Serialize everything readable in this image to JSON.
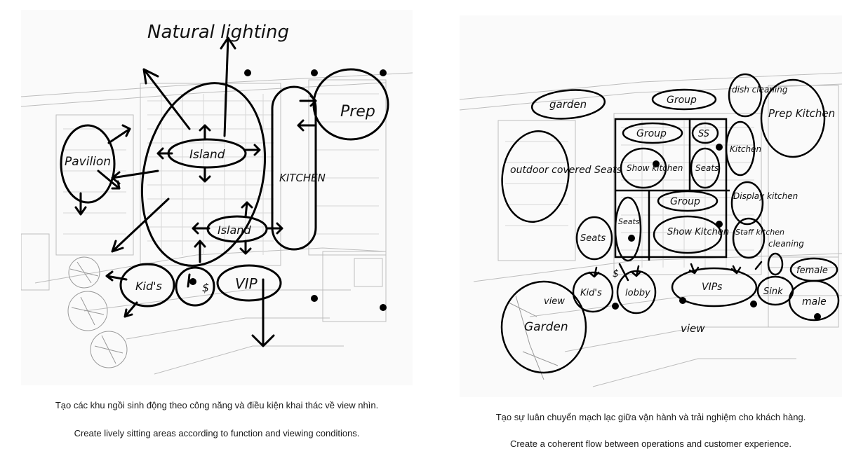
{
  "left_sketch": {
    "labels": {
      "title": "Natural lighting",
      "pavilion": "Pavilion",
      "island_top": "Island",
      "island_bottom": "Island",
      "kitchen": "KITCHEN",
      "prep": "Prep",
      "kids": "Kid's",
      "lobby_mark": "$",
      "vip": "VIP"
    },
    "caption_vi": "Tạo các khu ngồi sinh động theo công năng và điều kiện khai thác về view nhìn.",
    "caption_en": "Create lively sitting areas according to function and viewing conditions."
  },
  "right_sketch": {
    "labels": {
      "garden_top": "garden",
      "group_top": "Group",
      "dish_cleaning": "dish cleaning",
      "prep_kitchen": "Prep Kitchen",
      "outdoor_seats": "outdoor covered Seats",
      "group_mid": "Group",
      "ss": "SS",
      "kitchen": "Kitchen",
      "show_kitchen_1": "Show kitchen",
      "seats_mid": "Seats",
      "display_kitchen": "Display kitchen",
      "seats_left": "Seats",
      "group_low": "Group",
      "seats_inner": "Seats",
      "show_kitchen_2": "Show Kitchen",
      "staff_kitchen": "Staff kitchen",
      "cleaning": "cleaning",
      "female": "female",
      "kids": "Kid's",
      "lobby": "lobby",
      "vips": "VIPs",
      "sink": "Sink",
      "male": "male",
      "view_left": "view",
      "garden_bottom": "Garden",
      "view_bottom": "view",
      "mark": "$"
    },
    "caption_vi": "Tạo sự luân chuyển mạch lạc giữa vận hành và trải nghiệm cho khách hàng.",
    "caption_en": "Create a coherent flow between operations and customer experience."
  }
}
